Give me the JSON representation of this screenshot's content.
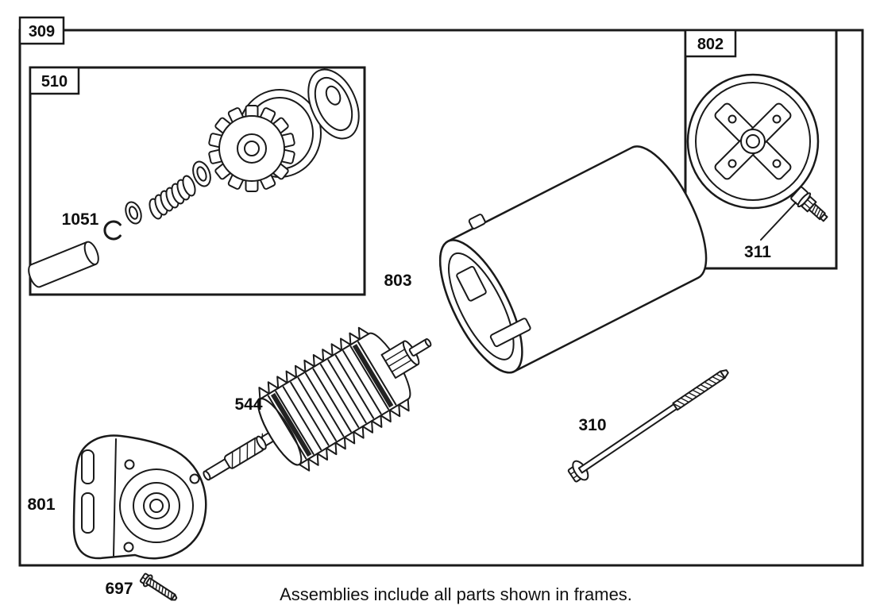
{
  "frames": {
    "f309": {
      "label": "309"
    },
    "f510": {
      "label": "510"
    },
    "f802": {
      "label": "802"
    }
  },
  "parts": {
    "p1051": {
      "label": "1051"
    },
    "p803": {
      "label": "803"
    },
    "p544": {
      "label": "544"
    },
    "p310": {
      "label": "310"
    },
    "p801": {
      "label": "801"
    },
    "p697": {
      "label": "697"
    },
    "p311": {
      "label": "311"
    }
  },
  "caption": "Assemblies include all parts shown in frames."
}
